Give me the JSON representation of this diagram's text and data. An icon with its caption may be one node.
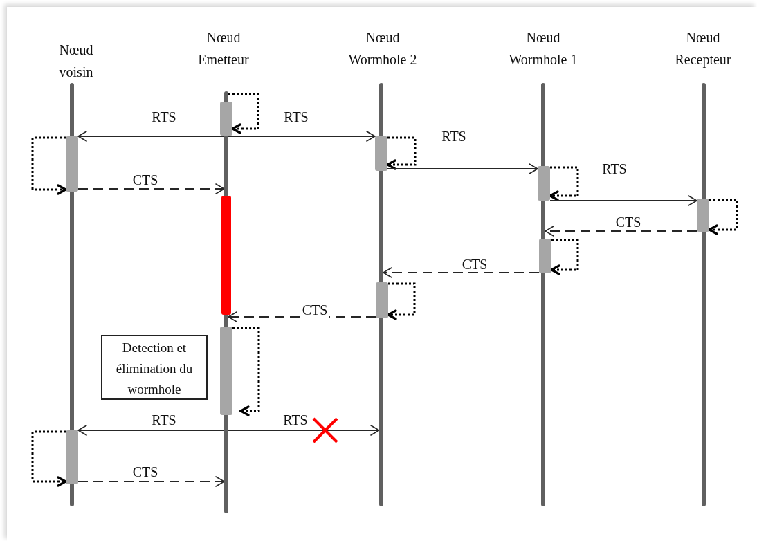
{
  "diagram": {
    "nodes": [
      {
        "text": [
          "Nœud voisin"
        ]
      },
      {
        "text": [
          "Nœud Emetteur"
        ]
      },
      {
        "text": [
          "Nœud Wormhole 2"
        ]
      },
      {
        "text": [
          "Nœud Wormhole 1"
        ]
      },
      {
        "text": [
          "Nœud Recepteur"
        ]
      },
      {
        "text": [],
        "shape": "bar"
      },
      {
        "text": [],
        "shape": "bar"
      },
      {
        "text": [],
        "shape": "bar"
      },
      {
        "text": [],
        "shape": "bar"
      },
      {
        "text": [],
        "shape": "bar"
      },
      {
        "text": [],
        "shape": "bar"
      },
      {
        "text": [],
        "shape": "bar"
      },
      {
        "text": [],
        "shape": "bar"
      },
      {
        "text": [],
        "shape": "bar"
      },
      {
        "text": [],
        "shape": "bar"
      },
      {
        "text": [],
        "shape": "bar"
      },
      {
        "text": [],
        "shape": "bar"
      },
      {
        "text": [],
        "shape": "bar"
      },
      {
        "text": [],
        "shape": "bar"
      },
      {
        "text": [
          "Detection et élimination du wormhole"
        ]
      },
      {
        "text": [],
        "shape": "bar"
      }
    ],
    "edges": [
      {
        "from": 6,
        "to": 11,
        "arrow": "to",
        "label": "RTS"
      },
      {
        "from": 6,
        "to": 12,
        "arrow": "to",
        "label": "RTS"
      },
      {
        "from": 10,
        "to": 10,
        "arrow": "to",
        "style": "dashed"
      },
      {
        "from": 11,
        "to": 11,
        "arrow": "to",
        "style": "dashed"
      },
      {
        "from": 12,
        "to": 12,
        "arrow": "to",
        "style": "dashed"
      },
      {
        "from": 12,
        "to": 13,
        "arrow": "to",
        "label": "RTS"
      },
      {
        "from": 13,
        "to": 13,
        "arrow": "to",
        "style": "dashed"
      },
      {
        "from": 13,
        "to": 14,
        "arrow": "to",
        "label": "RTS"
      },
      {
        "from": 11,
        "to": 6,
        "arrow": "to",
        "label": "CTS",
        "style": "dashed"
      },
      {
        "from": 14,
        "to": 14,
        "arrow": "to",
        "style": "dashed"
      },
      {
        "from": 14,
        "to": 8,
        "arrow": "to",
        "label": "CTS",
        "style": "dashed"
      },
      {
        "from": 16,
        "to": 16,
        "arrow": "to",
        "style": "dashed"
      },
      {
        "from": 16,
        "to": 7,
        "arrow": "to",
        "label": "CTS",
        "style": "dashed"
      },
      {
        "from": 17,
        "to": 17,
        "arrow": "to",
        "style": "dashed"
      },
      {
        "from": 17,
        "to": 6,
        "arrow": "to",
        "label": "CTS",
        "style": "dashed"
      },
      {
        "from": 18,
        "to": 18,
        "arrow": "to",
        "style": "dashed"
      },
      {
        "from": 6,
        "to": 20,
        "arrow": "to",
        "label": "RTS"
      },
      {
        "from": 6,
        "to": 7,
        "arrow": "to",
        "label": "RTS"
      },
      {
        "from": 20,
        "to": 20,
        "arrow": "to",
        "style": "dashed"
      },
      {
        "from": 20,
        "to": 6,
        "arrow": "to",
        "label": "CTS",
        "style": "dashed"
      }
    ]
  }
}
